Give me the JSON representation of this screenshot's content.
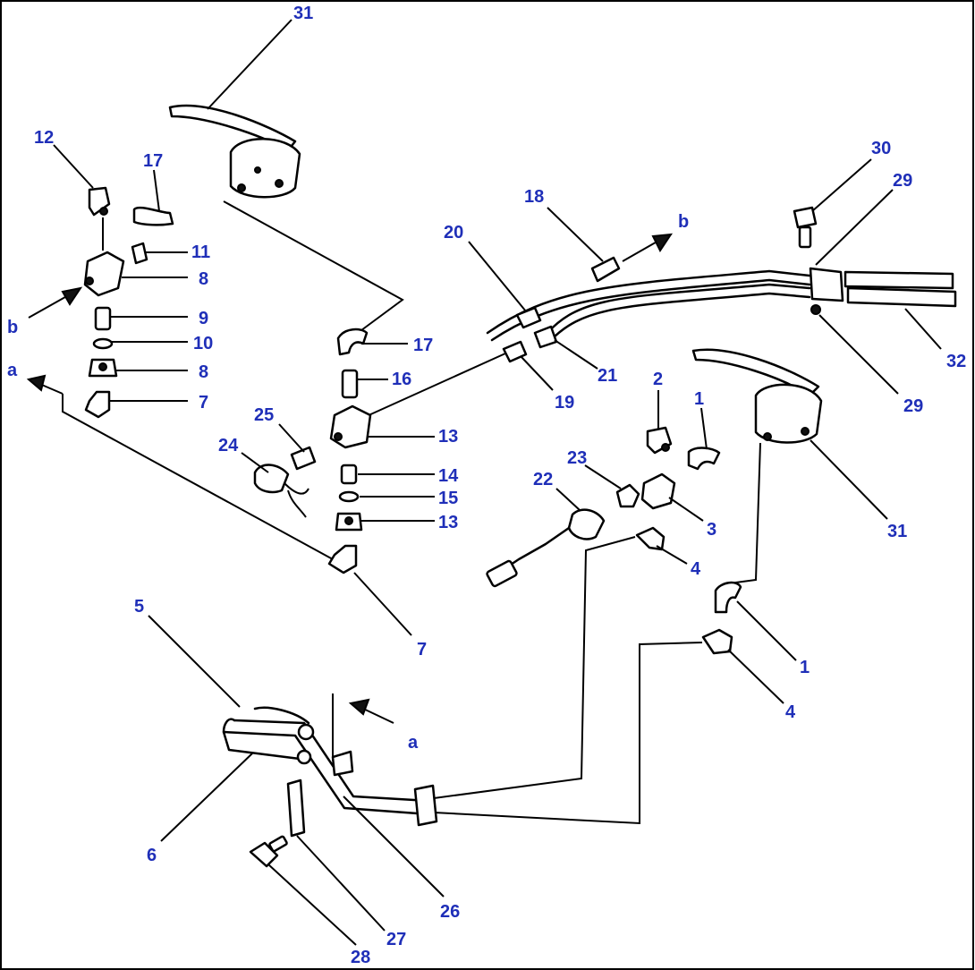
{
  "callouts": [
    {
      "id": "c31a",
      "text": "31"
    },
    {
      "id": "c12",
      "text": "12"
    },
    {
      "id": "c17a",
      "text": "17"
    },
    {
      "id": "c11",
      "text": "11"
    },
    {
      "id": "c8a",
      "text": "8"
    },
    {
      "id": "c9",
      "text": "9"
    },
    {
      "id": "c10",
      "text": "10"
    },
    {
      "id": "c8b",
      "text": "8"
    },
    {
      "id": "c7a",
      "text": "7"
    },
    {
      "id": "c17b",
      "text": "17"
    },
    {
      "id": "c16",
      "text": "16"
    },
    {
      "id": "c13a",
      "text": "13"
    },
    {
      "id": "c25",
      "text": "25"
    },
    {
      "id": "c24",
      "text": "24"
    },
    {
      "id": "c14",
      "text": "14"
    },
    {
      "id": "c15",
      "text": "15"
    },
    {
      "id": "c13b",
      "text": "13"
    },
    {
      "id": "c7b",
      "text": "7"
    },
    {
      "id": "c18",
      "text": "18"
    },
    {
      "id": "c20",
      "text": "20"
    },
    {
      "id": "c19",
      "text": "19"
    },
    {
      "id": "c21",
      "text": "21"
    },
    {
      "id": "c2",
      "text": "2"
    },
    {
      "id": "c1a",
      "text": "1"
    },
    {
      "id": "c23",
      "text": "23"
    },
    {
      "id": "c22",
      "text": "22"
    },
    {
      "id": "c3",
      "text": "3"
    },
    {
      "id": "c4a",
      "text": "4"
    },
    {
      "id": "c30",
      "text": "30"
    },
    {
      "id": "c29a",
      "text": "29"
    },
    {
      "id": "c32",
      "text": "32"
    },
    {
      "id": "c29b",
      "text": "29"
    },
    {
      "id": "c31b",
      "text": "31"
    },
    {
      "id": "c1b",
      "text": "1"
    },
    {
      "id": "c4b",
      "text": "4"
    },
    {
      "id": "c5",
      "text": "5"
    },
    {
      "id": "c6",
      "text": "6"
    },
    {
      "id": "c26",
      "text": "26"
    },
    {
      "id": "c27",
      "text": "27"
    },
    {
      "id": "c28",
      "text": "28"
    }
  ],
  "markers": [
    {
      "id": "m_b_left",
      "text": "b"
    },
    {
      "id": "m_a_left",
      "text": "a"
    },
    {
      "id": "m_b_right",
      "text": "b"
    },
    {
      "id": "m_a_bottom",
      "text": "a"
    }
  ]
}
